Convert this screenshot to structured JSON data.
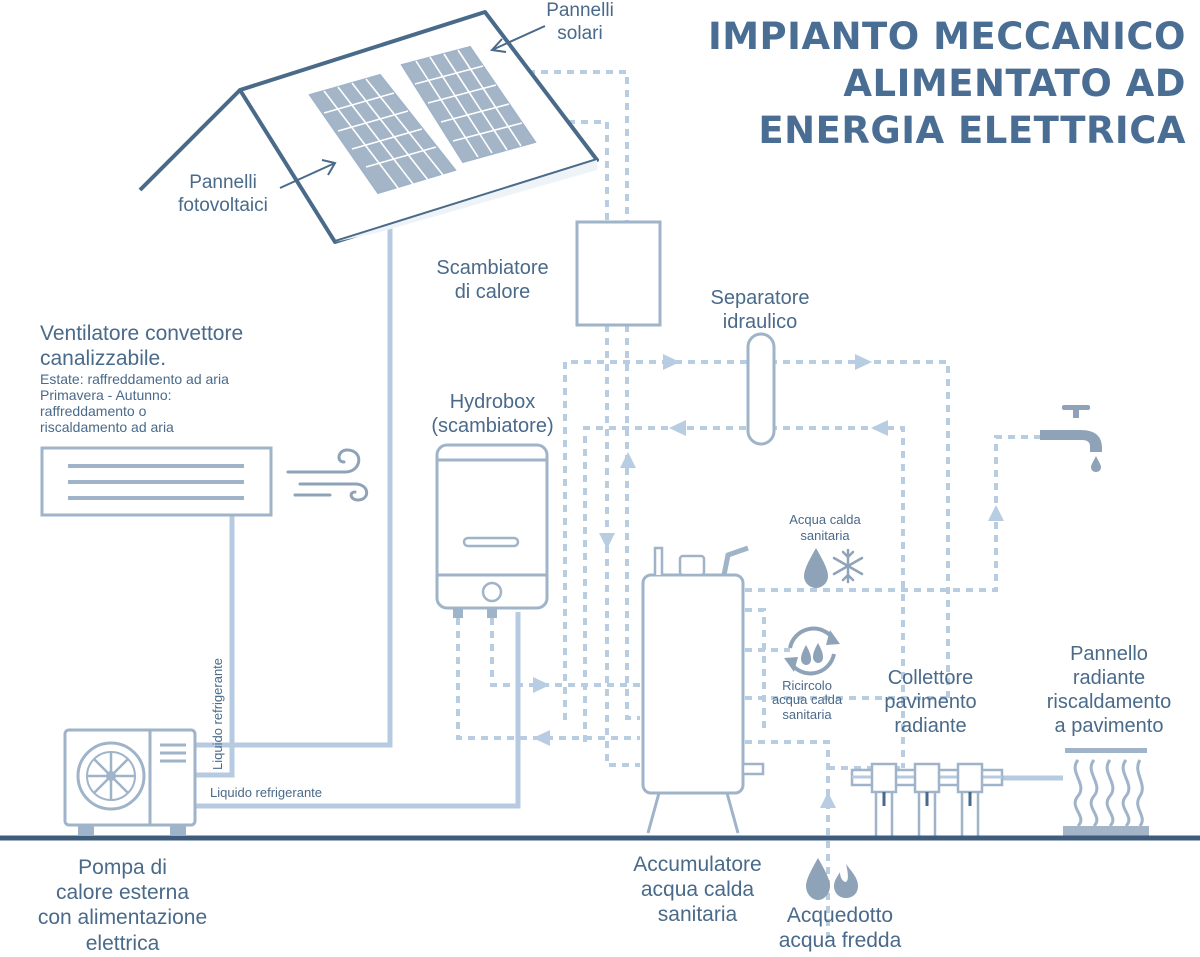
{
  "title": {
    "line1": "IMPIANTO MECCANICO",
    "line2": "ALIMENTATO AD",
    "line3": "ENERGIA ELETTRICA"
  },
  "labels": {
    "solar_panels": [
      "Pannelli",
      "solari"
    ],
    "pv_panels": [
      "Pannelli",
      "fotovoltaici"
    ],
    "heat_exchanger": [
      "Scambiatore",
      "di calore"
    ],
    "hydraulic_separator": [
      "Separatore",
      "idraulico"
    ],
    "fan_coil_title": [
      "Ventilatore convettore",
      "canalizzabile."
    ],
    "fan_coil_desc": [
      "Estate: raffreddamento ad aria",
      "Primavera - Autunno:",
      "raffreddamento o",
      "riscaldamento ad aria"
    ],
    "hydrobox": [
      "Hydrobox",
      "(scambiatore)"
    ],
    "dhw_top": [
      "Acqua calda",
      "sanitaria"
    ],
    "recirculation": [
      "Ricircolo",
      "acqua calda",
      "sanitaria"
    ],
    "collector": [
      "Collettore",
      "pavimento",
      "radiante"
    ],
    "radiant_panel": [
      "Pannello",
      "radiante",
      "riscaldamento",
      "a pavimento"
    ],
    "refrigerant_vertical": "Liquido refrigerante",
    "refrigerant_horizontal": "Liquido refrigerante",
    "heat_pump": [
      "Pompa di",
      "calore esterna",
      "con alimentazione",
      "elettrica"
    ],
    "accumulator": [
      "Accumulatore",
      "acqua calda",
      "sanitaria"
    ],
    "aqueduct": [
      "Acquedotto",
      "acqua fredda"
    ]
  },
  "colors": {
    "dark": "#4a6a8a",
    "title": "#4a6d94",
    "solid_pipe": "#b6cbe2",
    "dashed_pipe": "#b8cde2",
    "outline": "#9fb3c9",
    "panel_fill": "#a4b5c7",
    "icon": "#8fa3b8",
    "ground": "#3f5c7c"
  }
}
